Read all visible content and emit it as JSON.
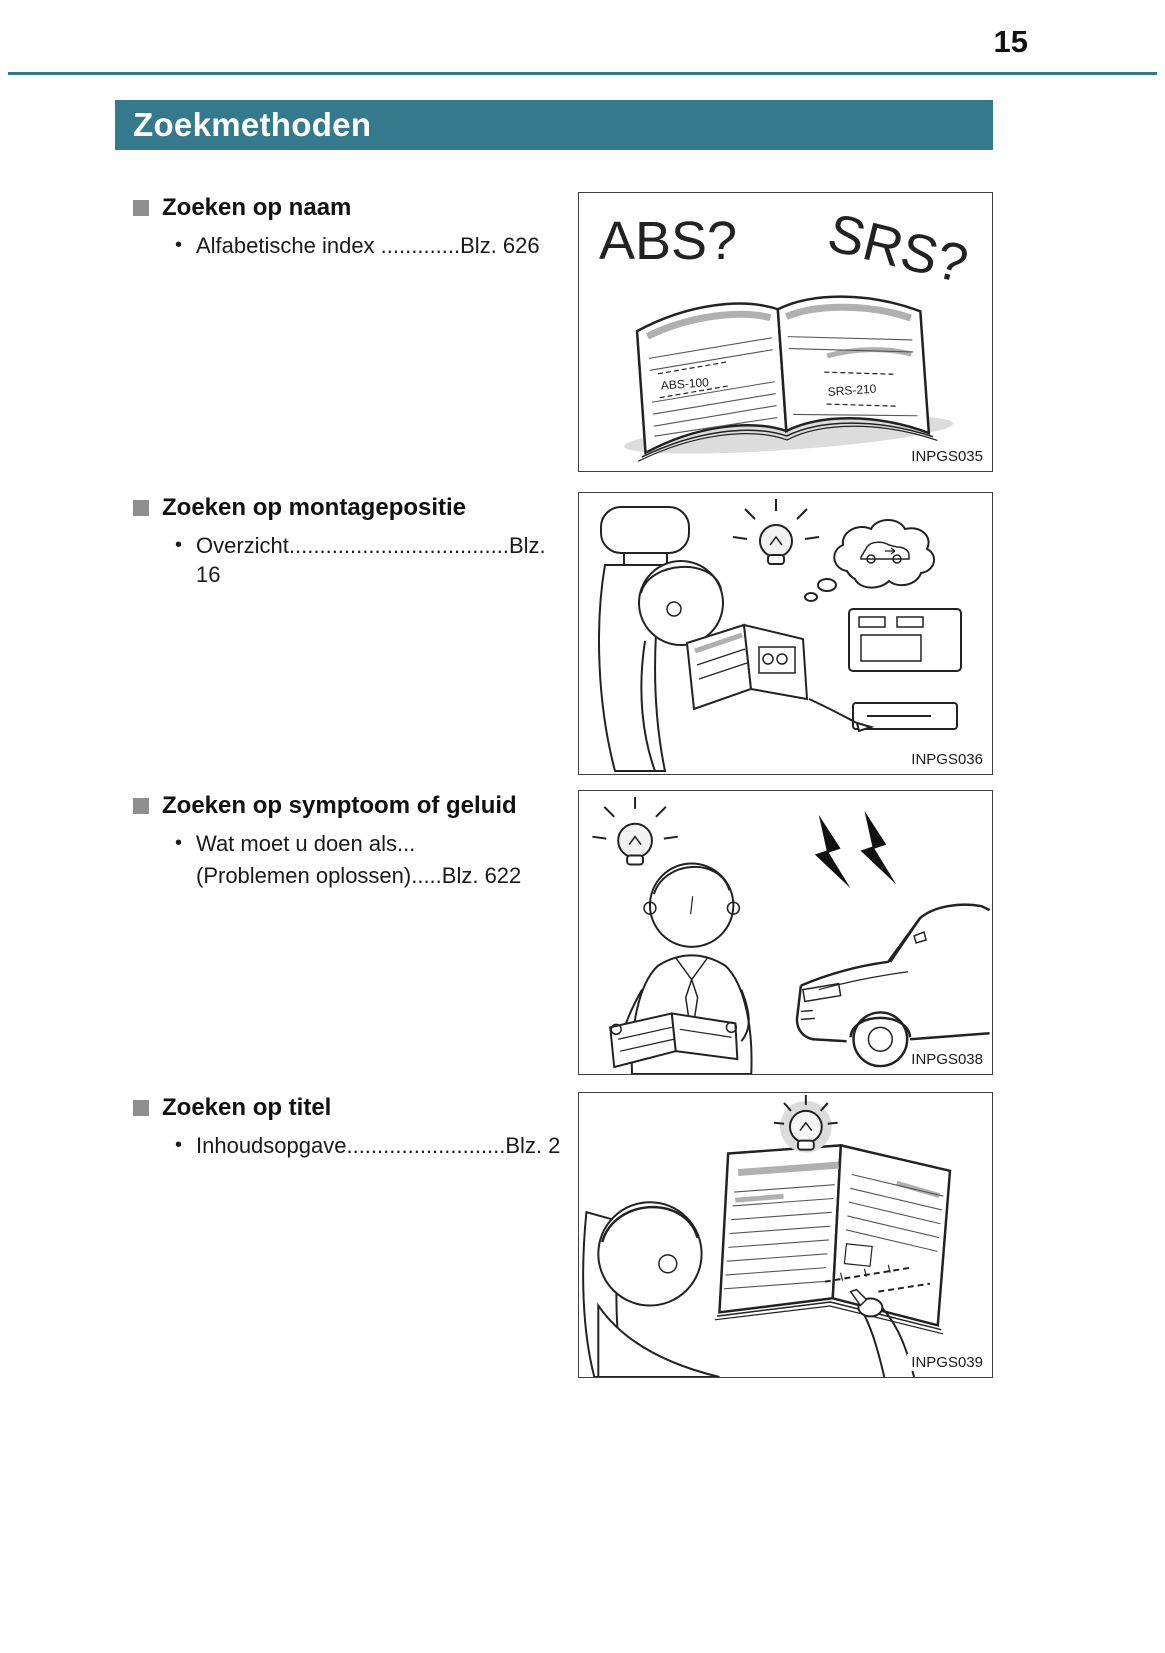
{
  "page": {
    "number": "15",
    "header_title": "Zoekmethoden"
  },
  "colors": {
    "accent_teal": "#35798c",
    "bullet_gray": "#8f8f8f",
    "figure_border": "#3f3f3f",
    "highlight_gray": "#b0b0b0"
  },
  "sections": [
    {
      "title": "Zoeken op naam",
      "lines": [
        "Alfabetische index .............Blz. 626"
      ],
      "figure": {
        "label": "INPGS035",
        "alt": "Open manual index pages with large ABS? and SRS? questions",
        "annotations": {
          "abs_big": "ABS?",
          "srs_big": "SRS?",
          "abs_small": "ABS-100",
          "srs_small": "SRS-210"
        }
      }
    },
    {
      "title": "Zoeken op montagepositie",
      "lines": [
        "Overzicht....................................Blz. 16"
      ],
      "figure": {
        "label": "INPGS036",
        "alt": "Person in a car seat reading the manual and picturing where a feature is installed"
      }
    },
    {
      "title": "Zoeken op symptoom of geluid",
      "lines": [
        "Wat moet u doen als...",
        "(Problemen oplossen).....Blz. 622"
      ],
      "figure": {
        "label": "INPGS038",
        "alt": "Person with the manual noticing a noise coming from the car"
      }
    },
    {
      "title": "Zoeken op titel",
      "lines": [
        "Inhoudsopgave..........................Blz. 2"
      ],
      "figure": {
        "label": "INPGS039",
        "alt": "Person reading the table of contents and pointing at an entry"
      }
    }
  ]
}
